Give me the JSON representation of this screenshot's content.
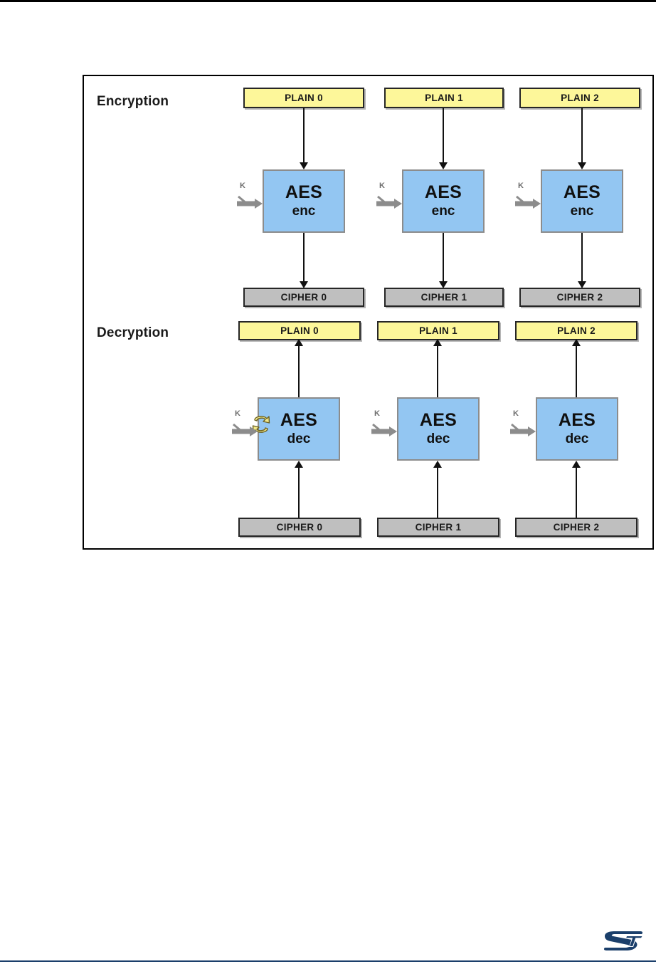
{
  "figure": {
    "sections": [
      {
        "id": "encryption",
        "label": "Encryption"
      },
      {
        "id": "decryption",
        "label": "Decryption"
      }
    ],
    "key_label": "K",
    "colors": {
      "plain_fill": "#fdf79a",
      "cipher_fill": "#bfbfbf",
      "aes_fill": "#93c6f2",
      "aes_border": "#8c8c8c",
      "box_border": "#262626",
      "arrow": "#111111",
      "key_arrow": "#8c8c8c",
      "cycle_icon": "#f2e98a",
      "logo": "#1b3f6b"
    },
    "encryption": {
      "inputs": [
        {
          "label": "PLAIN 0"
        },
        {
          "label": "PLAIN 1"
        },
        {
          "label": "PLAIN 2"
        }
      ],
      "blocks": [
        {
          "title": "AES",
          "sub": "enc"
        },
        {
          "title": "AES",
          "sub": "enc"
        },
        {
          "title": "AES",
          "sub": "enc"
        }
      ],
      "outputs": [
        {
          "label": "CIPHER 0"
        },
        {
          "label": "CIPHER 1"
        },
        {
          "label": "CIPHER 2"
        }
      ]
    },
    "decryption": {
      "outputs": [
        {
          "label": "PLAIN 0"
        },
        {
          "label": "PLAIN 1"
        },
        {
          "label": "PLAIN 2"
        }
      ],
      "blocks": [
        {
          "title": "AES",
          "sub": "dec",
          "icon": "cycle-icon"
        },
        {
          "title": "AES",
          "sub": "dec",
          "icon": null
        },
        {
          "title": "AES",
          "sub": "dec",
          "icon": null
        }
      ],
      "inputs": [
        {
          "label": "CIPHER 0"
        },
        {
          "label": "CIPHER 1"
        },
        {
          "label": "CIPHER 2"
        }
      ]
    }
  },
  "branding": {
    "logo_name": "st-logo"
  }
}
